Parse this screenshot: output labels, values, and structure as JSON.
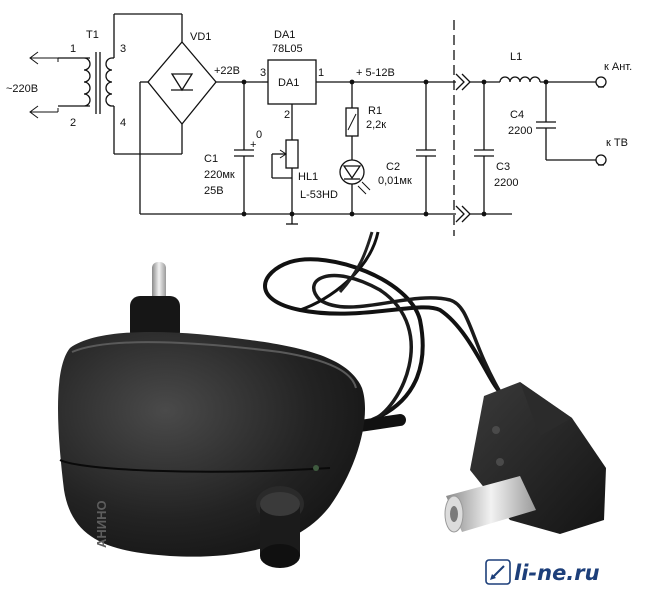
{
  "schematic": {
    "mains": "~220В",
    "t1": {
      "ref": "T1",
      "pins": [
        "1",
        "2",
        "3",
        "4"
      ]
    },
    "vd1": "VD1",
    "v_in": "+22В",
    "da1": {
      "ref": "DA1",
      "part": "78L05",
      "box_label": "DA1",
      "pins": [
        "3",
        "1",
        "2"
      ]
    },
    "v_out": "+ 5-12В",
    "r1": {
      "ref": "R1",
      "value": "2,2к"
    },
    "c1": {
      "ref": "C1",
      "value": "220мк",
      "voltage": "25В",
      "zero": "0",
      "plus": "+"
    },
    "hl1": {
      "ref": "HL1",
      "part": "L-53HD"
    },
    "c2": {
      "ref": "C2",
      "value": "0,01мк"
    },
    "l1": "L1",
    "c3": {
      "ref": "C3",
      "value": "2200"
    },
    "c4": {
      "ref": "C4",
      "value": "2200"
    },
    "to_antenna": "к Ант.",
    "to_tv": "к ТВ"
  },
  "photo": {
    "brand_text": "АНИНО"
  },
  "watermark": {
    "site": "li-ne.ru",
    "accent": "#1d3f7a"
  }
}
